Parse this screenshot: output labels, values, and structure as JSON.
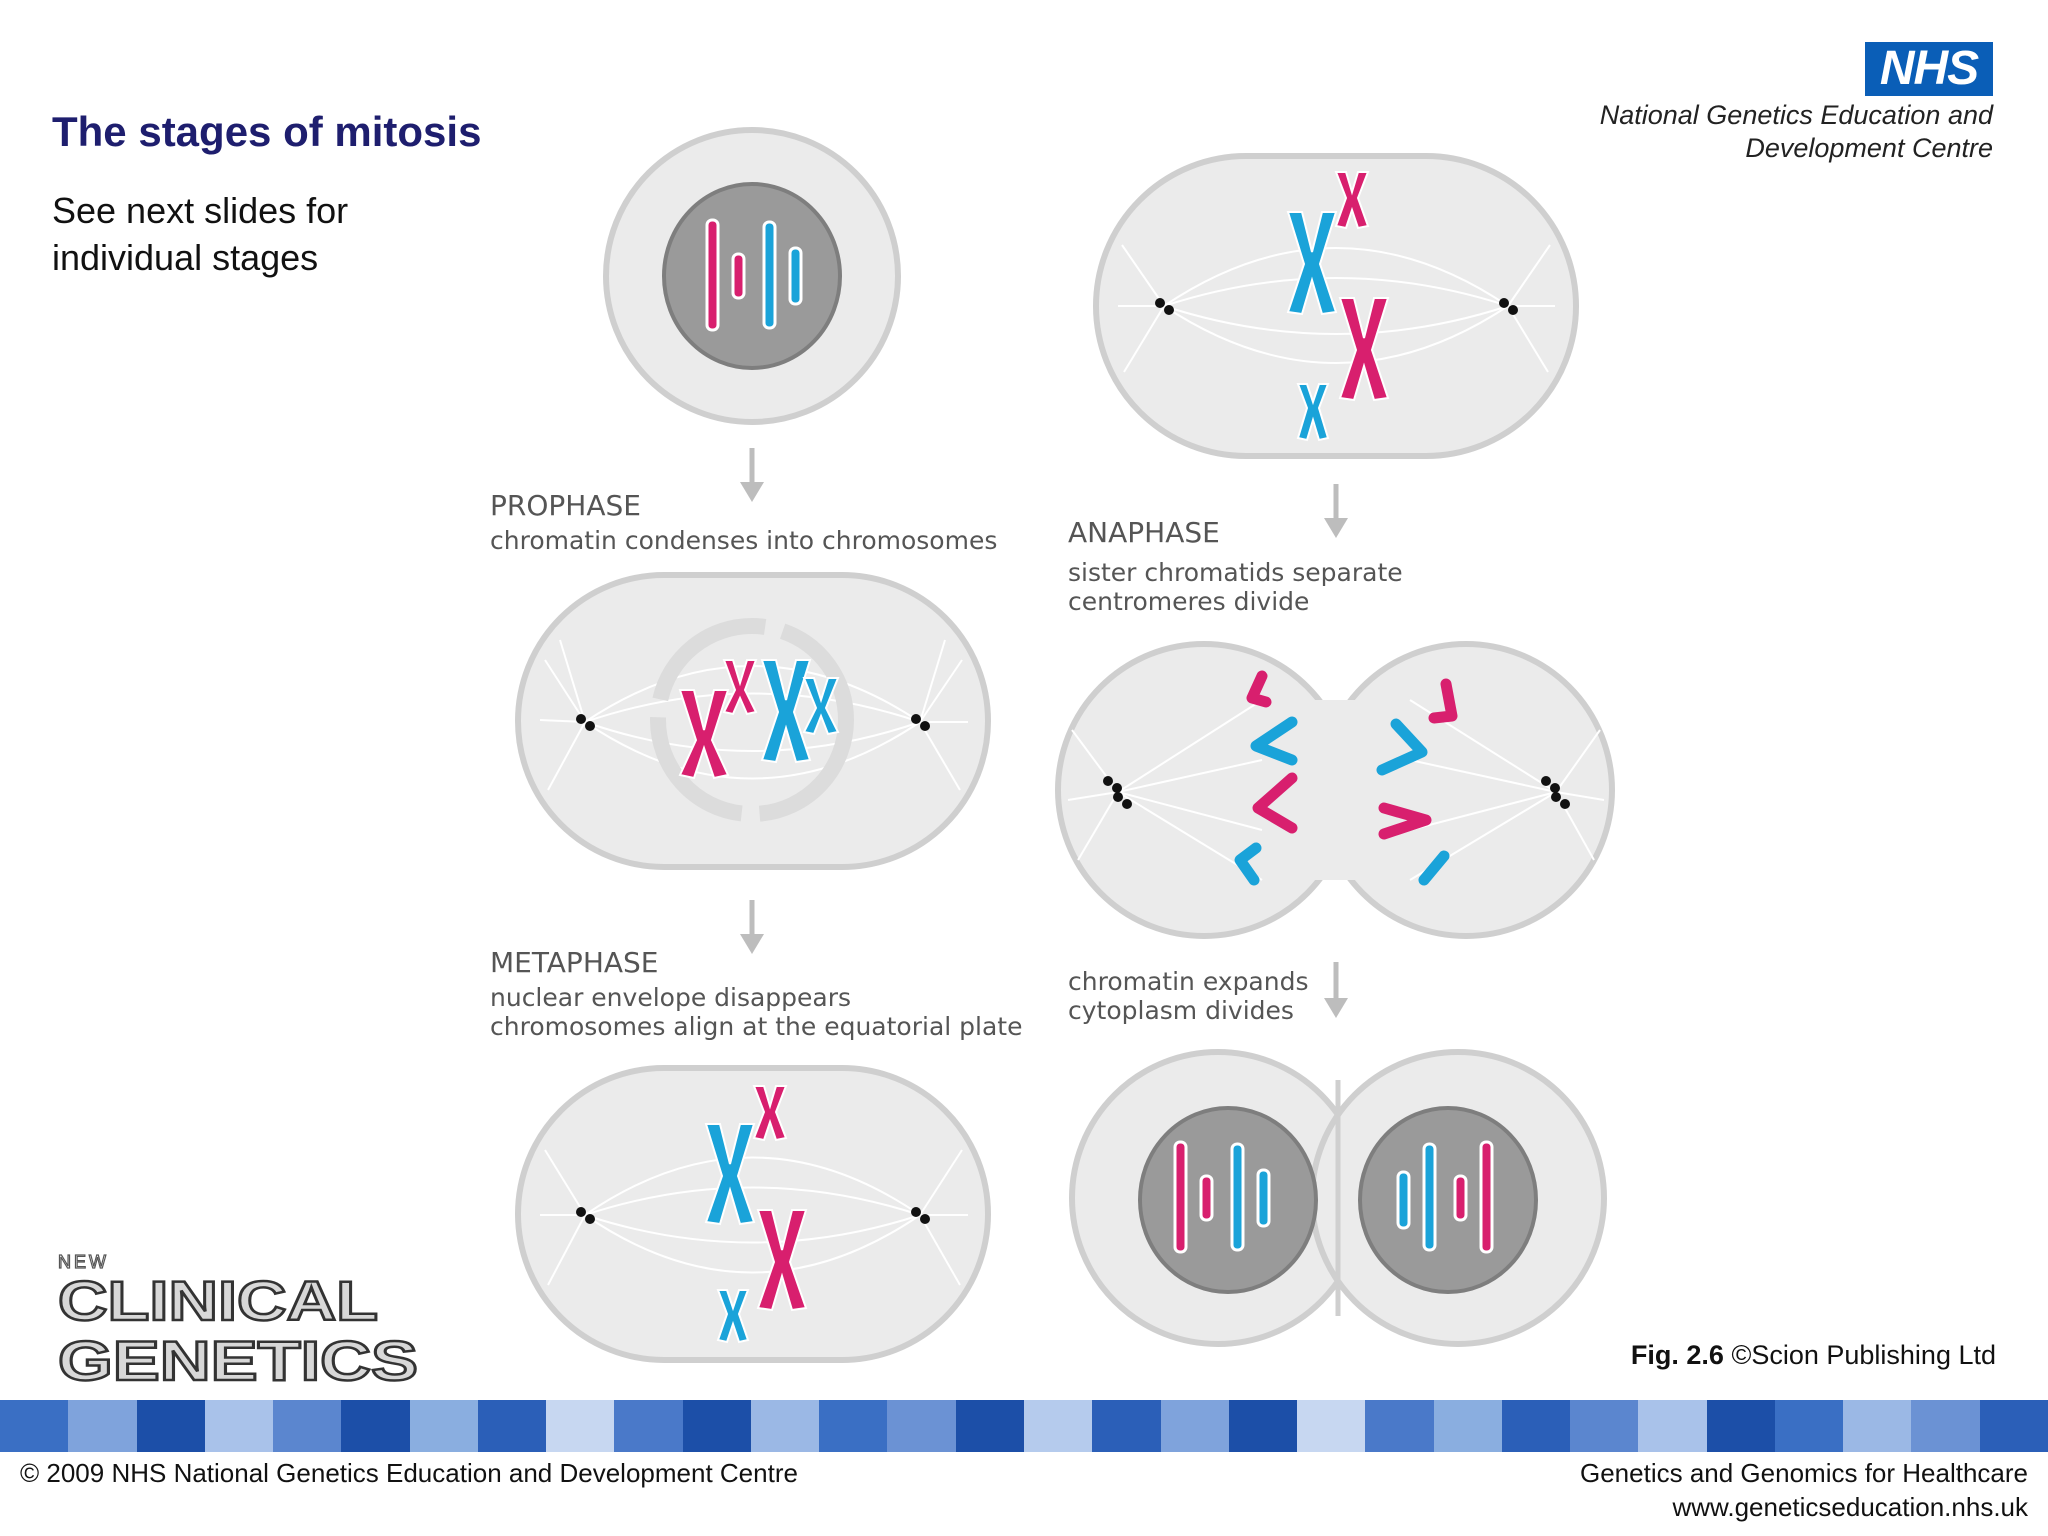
{
  "slide": {
    "title": "The stages of mitosis",
    "subtitle_lines": [
      "See next slides for",
      "individual stages"
    ]
  },
  "logo": {
    "nhs_text": "NHS",
    "org_line1": "National Genetics Education and",
    "org_line2": "Development Centre"
  },
  "stages": {
    "prophase": {
      "name": "PROPHASE",
      "desc": [
        "chromatin condenses into chromosomes"
      ]
    },
    "metaphase": {
      "name": "METAPHASE",
      "desc": [
        "nuclear envelope disappears",
        "chromosomes align at the equatorial plate"
      ]
    },
    "anaphase": {
      "name": "ANAPHASE",
      "desc": [
        "sister chromatids separate",
        "centromeres divide"
      ]
    },
    "telophase": {
      "name": "",
      "desc": [
        "chromatin expands",
        "cytoplasm divides"
      ]
    }
  },
  "caption": {
    "fig": "Fig. 2.6",
    "credit": "©Scion Publishing Ltd"
  },
  "book_logo": {
    "line0": "NEW",
    "line1": "CLINICAL",
    "line2": "GENETICS"
  },
  "footer": {
    "left": "© 2009 NHS National Genetics Education and Development Centre",
    "right1": "Genetics and Genomics for Healthcare",
    "right2": "www.geneticseducation.nhs.uk"
  },
  "colors": {
    "title": "#1e1e6e",
    "nhs_blue": "#0a5eb7",
    "chromosome_pink": "#d81f6e",
    "chromosome_blue": "#1aa3d9",
    "cell_fill": "#ebebeb",
    "cell_stroke": "#cfcfcf",
    "nucleus": "#9a9a9a"
  }
}
